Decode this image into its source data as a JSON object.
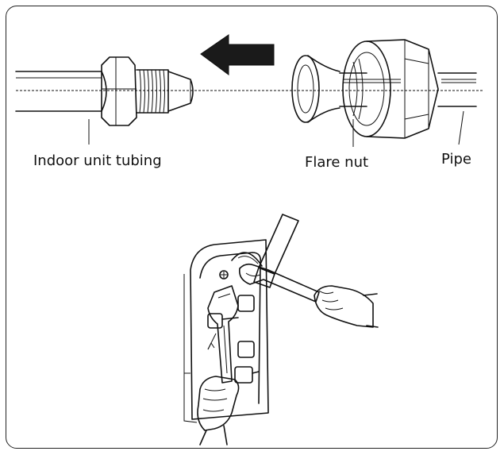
{
  "labels": {
    "indoor_unit_tubing": "Indoor unit tubing",
    "flare_nut": "Flare nut",
    "pipe": "Pipe"
  },
  "icons": {
    "arrow": "arrow-left-icon",
    "wrench": "wrench-icon",
    "torque_wrench": "torque-wrench-icon"
  },
  "colors": {
    "line": "#111111",
    "arrow_fill": "#1a1a1a",
    "background": "#ffffff"
  }
}
